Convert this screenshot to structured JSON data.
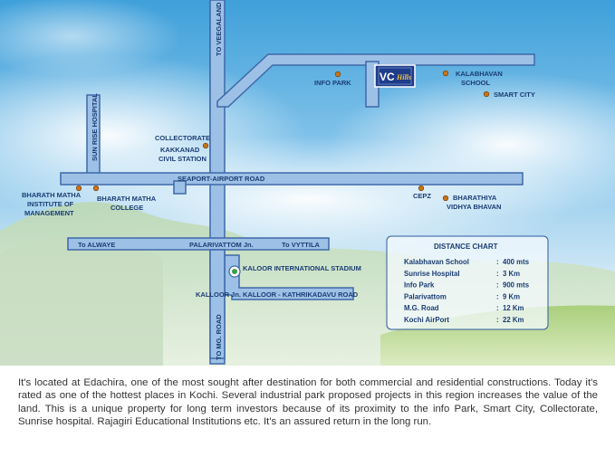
{
  "colors": {
    "road_fill": "#9dc1e6",
    "road_stroke": "#3f68a8",
    "label": "#1b3d74",
    "marker": "#c8731a",
    "logo_bg": "#1e3c8a",
    "logo_accent": "#d23a2a"
  },
  "logo": {
    "initials": "VC",
    "name": "Hills"
  },
  "roads": {
    "veegaland": "TO VEEGALAND",
    "sunrise": "SUN RISE HOSPITAL",
    "seaport": "SEAPORT-AIRPORT ROAD",
    "alwaye": "To ALWAYE",
    "palarivattom": "PALARIVATTOM Jn.",
    "vyttila": "To VYTTILA",
    "stadium": "KALOOR INTERNATIONAL STADIUM",
    "kalloor_jn": "KALLOOR Jn.",
    "kathrikadavu": "KALLOOR - KATHRIKADAVU ROAD",
    "mg_road": "TO MG. ROAD"
  },
  "places": {
    "info_park": "INFO PARK",
    "kalabhavan": [
      "KALABHAVAN",
      "SCHOOL"
    ],
    "smart_city": "SMART CITY",
    "collectorate": "COLLECTORATE",
    "kakkanad": [
      "KAKKANAD",
      "CIVIL STATION"
    ],
    "bmim": [
      "BHARATH MATHA",
      "INSTITUTE OF",
      "MANAGEMENT"
    ],
    "bmc": [
      "BHARATH MATHA",
      "COLLEGE"
    ],
    "cepz": "CEPZ",
    "bvb": [
      "BHARATHIYA",
      "VIDHYA BHAVAN"
    ]
  },
  "distance_chart": {
    "title": "DISTANCE CHART",
    "rows": [
      {
        "place": "Kalabhavan School",
        "distance": "400 mts"
      },
      {
        "place": "Sunrise Hospital",
        "distance": "3 Km"
      },
      {
        "place": "Info Park",
        "distance": "900 mts"
      },
      {
        "place": "Palarivattom",
        "distance": "9 Km"
      },
      {
        "place": "M.G. Road",
        "distance": "12 Km"
      },
      {
        "place": "Kochi AirPort",
        "distance": "22 Km"
      }
    ]
  },
  "description": "It's located at Edachira, one of the most sought after destination for both commercial and residential constructions. Today it's rated as one of the hottest places in Kochi. Several industrial park proposed projects in this region increases the value of the land. This is a unique property for long term investors because of its proximity to the info Park, Smart City, Collectorate, Sunrise hospital. Rajagiri Educational Institutions etc. It's an assured return in the long run."
}
